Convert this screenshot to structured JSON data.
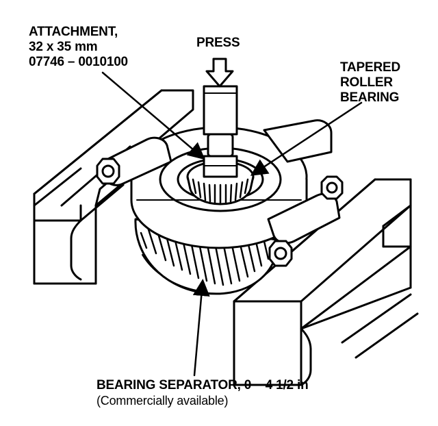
{
  "labels": {
    "attachment": {
      "line1": "ATTACHMENT,",
      "line2": "32 x 35 mm",
      "line3": "07746 – 0010100"
    },
    "press": "PRESS",
    "tapered_roller_bearing": {
      "line1": "TAPERED",
      "line2": "ROLLER",
      "line3": "BEARING"
    },
    "bearing_separator": {
      "line1": "BEARING SEPARATOR, 0 – 4 1/2 in",
      "line2": "(Commercially available)"
    }
  },
  "colors": {
    "ink": "#000000",
    "paper": "#ffffff"
  }
}
